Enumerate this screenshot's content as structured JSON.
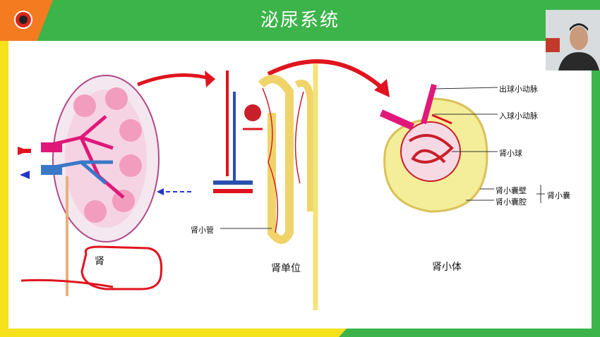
{
  "slide": {
    "title": "泌尿系统"
  },
  "kidney": {
    "caption": "肾"
  },
  "nephron": {
    "caption": "肾单位",
    "tubule_label": "肾小管"
  },
  "corpuscle": {
    "caption": "肾小体",
    "labels": {
      "efferent": "出球小动脉",
      "afferent": "入球小动脉",
      "glomerulus": "肾小球",
      "capsule_wall": "肾小囊壁",
      "capsule_cavity": "肾小囊腔",
      "capsule": "肾小囊"
    }
  },
  "colors": {
    "title_bar": "#3cb44a",
    "accent_orange": "#f47b20",
    "frame_yellow": "#f5e11c",
    "annotation_red": "#e0141e"
  }
}
